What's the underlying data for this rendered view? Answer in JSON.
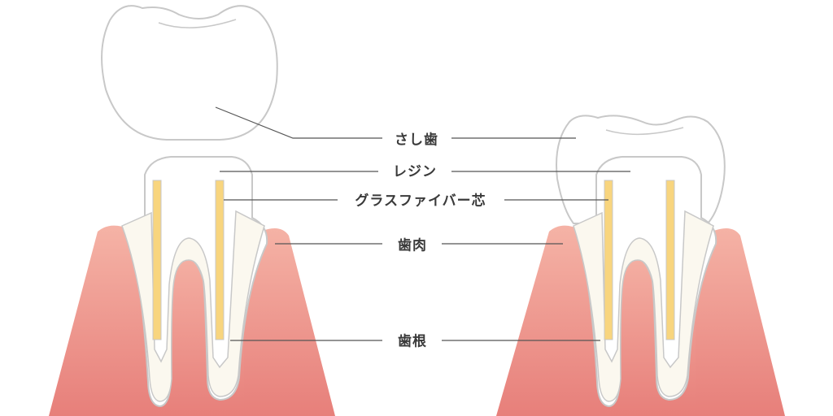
{
  "labels": {
    "crown": "さし歯",
    "resin": "レジン",
    "fiber_core": "グラスファイバー芯",
    "gum": "歯肉",
    "root": "歯根"
  },
  "colors": {
    "gum_top": "#f5b3a6",
    "gum_bottom": "#e77f7a",
    "tooth_outline": "#c8c8c8",
    "root_fill": "#ffffff",
    "dentin_fill": "#fbf8ef",
    "fiber_core": "#f8d57e",
    "leader_line": "#555555",
    "label_text": "#3a3a3a"
  }
}
